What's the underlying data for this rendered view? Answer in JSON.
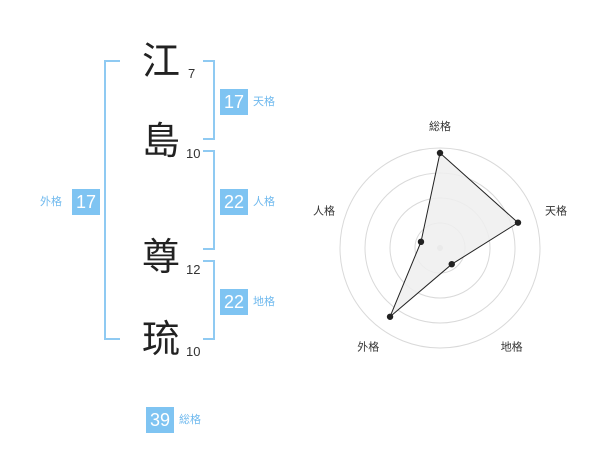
{
  "name": {
    "chars": [
      {
        "char": "江",
        "strokes": "7"
      },
      {
        "char": "島",
        "strokes": "10"
      },
      {
        "char": "尊",
        "strokes": "12"
      },
      {
        "char": "琉",
        "strokes": "10"
      }
    ]
  },
  "fortune": {
    "tenkaku": {
      "value": "17",
      "label": "天格"
    },
    "jinkaku": {
      "value": "22",
      "label": "人格"
    },
    "chikaku": {
      "value": "22",
      "label": "地格"
    },
    "gaikaku": {
      "value": "17",
      "label": "外格"
    },
    "soukaku": {
      "value": "39",
      "label": "総格"
    }
  },
  "chart_data": {
    "type": "radar",
    "axes": [
      "総格",
      "天格",
      "地格",
      "外格",
      "人格"
    ],
    "values": [
      0.95,
      0.82,
      0.2,
      0.85,
      0.2
    ],
    "rings": 4,
    "grid": true,
    "colors": {
      "fill": "#efefef",
      "line": "#222222",
      "grid": "#d9d9d9",
      "center": "#cccccc"
    }
  }
}
